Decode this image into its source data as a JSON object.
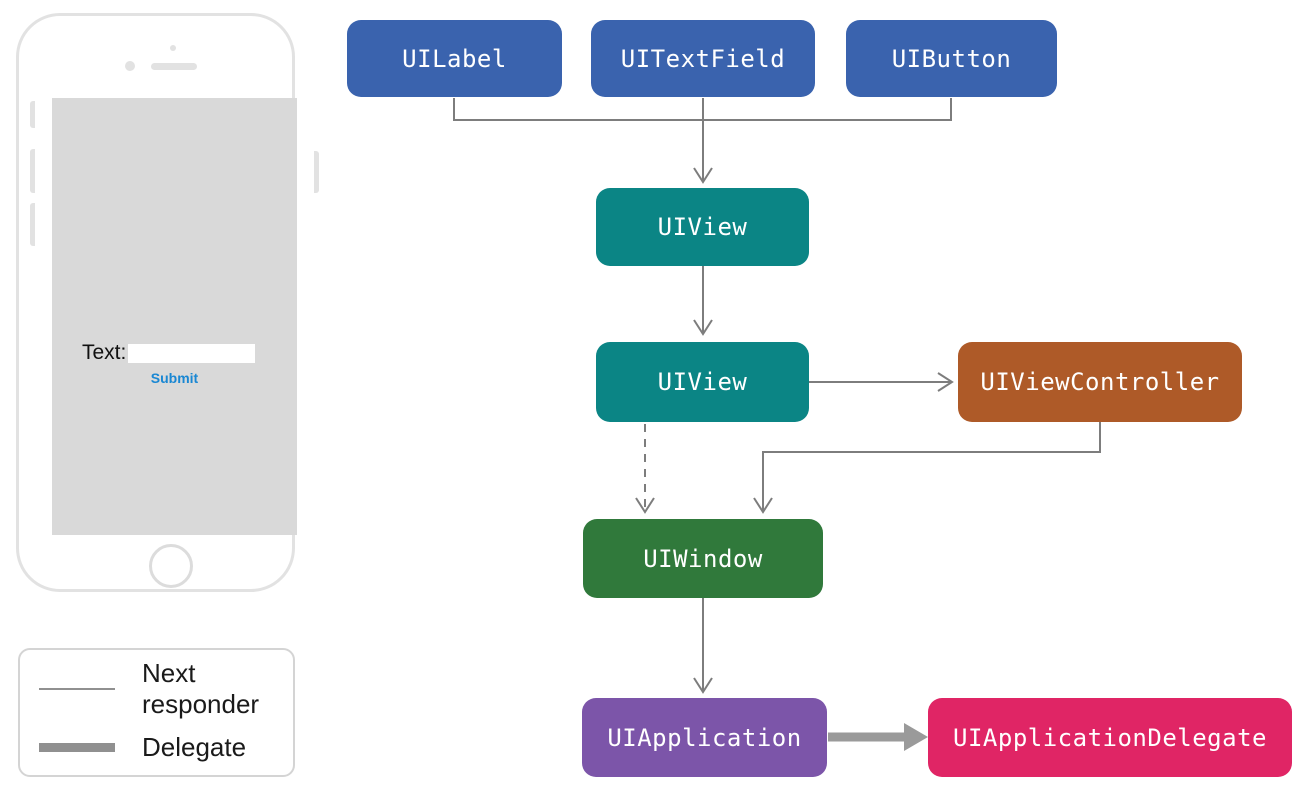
{
  "diagram": {
    "nodes": [
      {
        "label": "UILabel",
        "color": "#3A63AE"
      },
      {
        "label": "UITextField",
        "color": "#3A63AE"
      },
      {
        "label": "UIButton",
        "color": "#3A63AE"
      },
      {
        "label": "UIView",
        "color": "#0B8585"
      },
      {
        "label": "UIView",
        "color": "#0B8585"
      },
      {
        "label": "UIViewController",
        "color": "#AE5A28"
      },
      {
        "label": "UIWindow",
        "color": "#30793B"
      },
      {
        "label": "UIApplication",
        "color": "#7C55A9"
      },
      {
        "label": "UIApplicationDelegate",
        "color": "#E02565"
      }
    ],
    "responder_line_color": "#7D7D7D",
    "delegate_arrow_color": "#9A9A9A"
  },
  "phone": {
    "text_label": "Text:",
    "input_value": "",
    "submit_label": "Submit",
    "submit_color": "#1987D3"
  },
  "legend": {
    "next_responder_label": "Next responder",
    "delegate_label": "Delegate"
  }
}
